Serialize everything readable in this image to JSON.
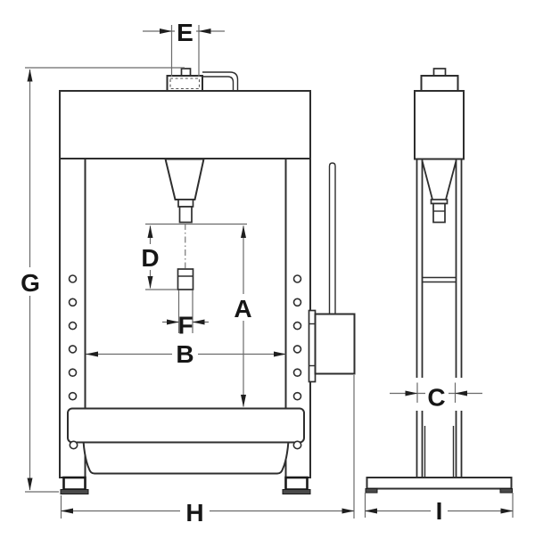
{
  "diagram": {
    "type": "technical-dimension-drawing",
    "subject": "hydraulic workshop press, front and side views",
    "colors": {
      "background": "#ffffff",
      "outline": "#2e2e2e",
      "dimension_line": "#6b6b6b",
      "arrowhead": "#1f1f1f",
      "label": "#161616",
      "foot_fill": "#4a4a4a"
    }
  },
  "dimensions": {
    "A": {
      "label": "A"
    },
    "B": {
      "label": "B"
    },
    "C": {
      "label": "C"
    },
    "D": {
      "label": "D"
    },
    "E": {
      "label": "E"
    },
    "F": {
      "label": "F"
    },
    "G": {
      "label": "G"
    },
    "H": {
      "label": "H"
    },
    "I": {
      "label": "I"
    }
  }
}
